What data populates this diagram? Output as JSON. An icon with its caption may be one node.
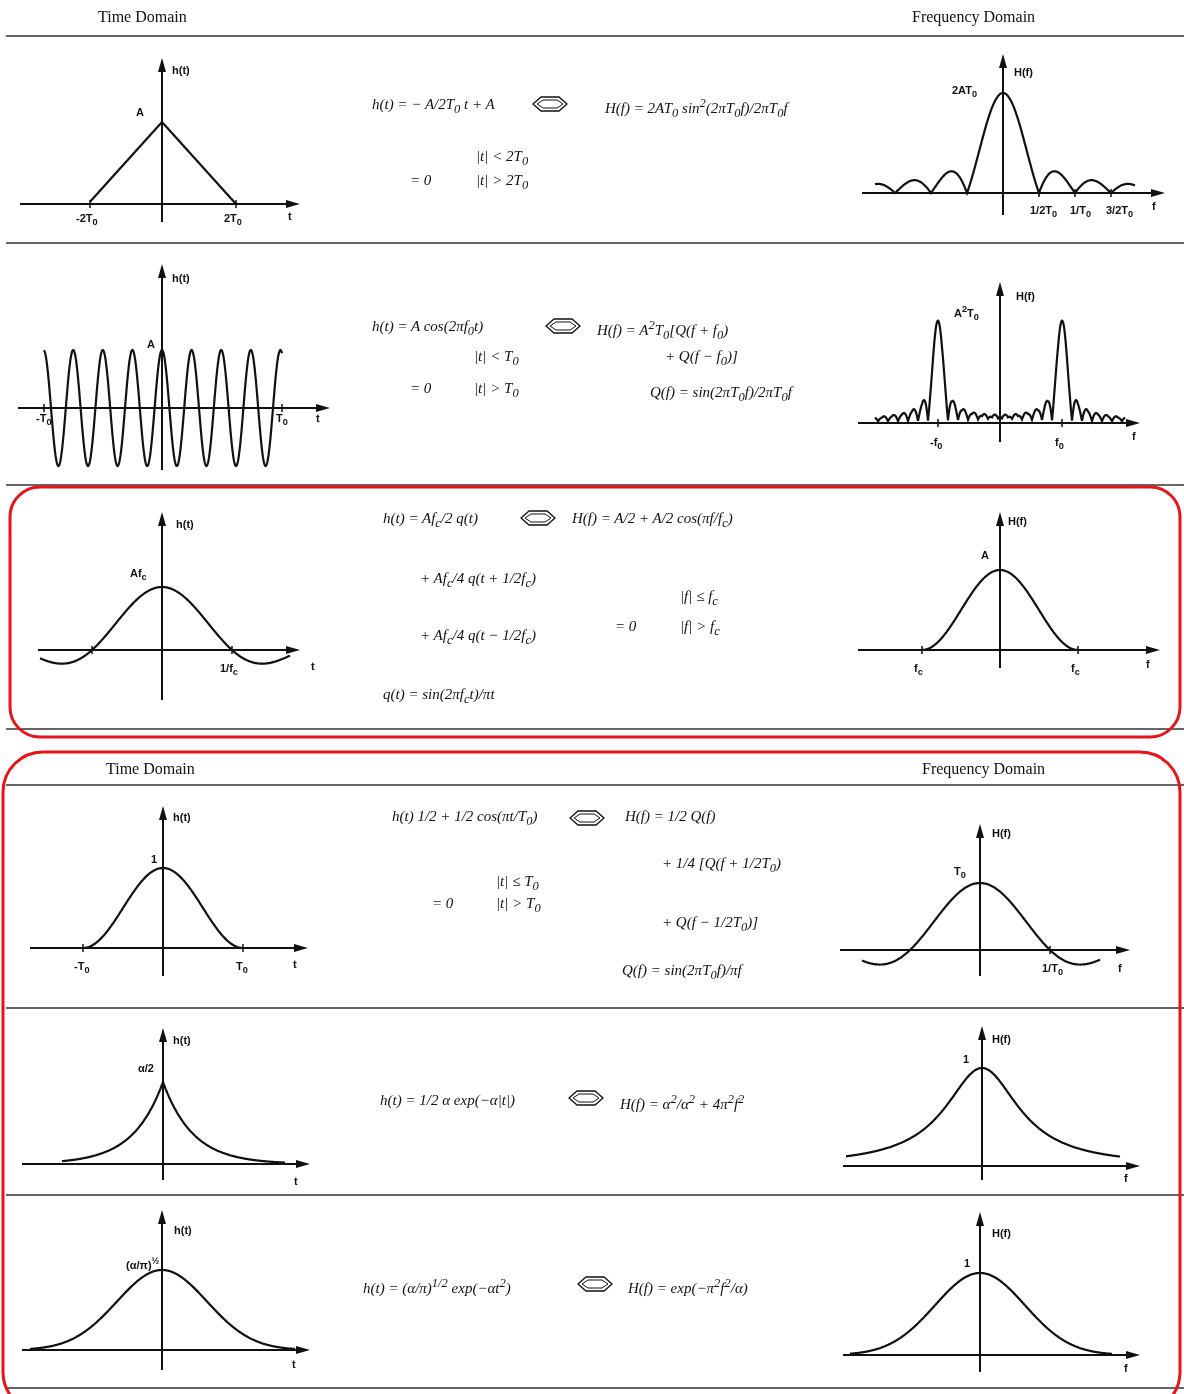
{
  "diagram": {
    "labels": [
      "Time Domain",
      "Frequency Domain",
      "h(t)",
      "A",
      "-2T$_{0}$",
      "2T$_{0}$",
      "t",
      "h(t) = − A/2T$_{0}$ t + A",
      "H(f) = 2AT$_{0}$ sin$^{2}$(2πT$_{0}$f)/2πT$_{0}$f",
      "|t| < 2T$_{0}$",
      "= 0",
      "|t| > 2T$_{0}$",
      "H(f)",
      "2AT$_{0}$",
      "1/2T$_{0}$",
      "1/T$_{0}$",
      "3/2T$_{0}$",
      "f",
      "h(t)",
      "A",
      "-T$_{0}$",
      "T$_{0}$",
      "t",
      "h(t) = A cos(2πf$_{0}$t)",
      "H(f) = A$^{2}$T$_{0}$[Q(f + f$_{0}$)",
      "|t| < T$_{0}$",
      "+ Q(f − f$_{0}$)]",
      "= 0",
      "|t| > T$_{0}$",
      "Q(f) = sin(2πT$_{0}$f)/2πT$_{0}$f",
      "H(f)",
      "A$^{2}$T$_{0}$",
      "-f$_{0}$",
      "f$_{0}$",
      "f",
      "h(t)",
      "Af$_{c}$",
      "1/f$_{c}$",
      "t",
      "h(t) = Af$_{c}$/2 q(t)",
      "H(f) = A/2 + A/2 cos(πf/f$_{c}$)",
      "+ Af$_{c}$/4 q(t + 1/2f$_{c}$)",
      "|f| ≤ f$_{c}$",
      "+ Af$_{c}$/4 q(t − 1/2f$_{c}$)",
      "= 0",
      "|f| > f$_{c}$",
      "q(t) = sin(2πf$_{c}$t)/πt",
      "H(f)",
      "A",
      "f$_{c}$",
      "f$_{c}$",
      "f",
      "Time Domain",
      "Frequency Domain",
      "h(t)",
      "1",
      "-T$_{0}$",
      "T$_{0}$",
      "t",
      "h(t) 1/2 + 1/2 cos(πt/T$_{0}$)",
      "H(f) = 1/2 Q(f)",
      "+ 1/4 [Q(f + 1/2T$_{0}$)",
      "|t| ≤ T$_{0}$",
      "= 0",
      "|t| > T$_{0}$",
      "+ Q(f − 1/2T$_{0}$)]",
      "Q(f) = sin(2πT$_{0}$f)/πf",
      "H(f)",
      "T$_{0}$",
      "1/T$_{0}$",
      "f",
      "h(t)",
      "α/2",
      "t",
      "h(t) = 1/2 α exp(−α|t|)",
      "H(f) = α$^{2}$/α$^{2}$ + 4π$^{2}$f$^{2}$",
      "H(f)",
      "1",
      "f",
      "h(t)",
      "(α/π)$^{½}$",
      "t",
      "h(t) = (α/π)$^{1/2}$ exp(−αt$^{2}$)",
      "H(f) = exp(−π$^{2}$f$^{2}$/α)",
      "H(f)",
      "1",
      "f"
    ]
  }
}
